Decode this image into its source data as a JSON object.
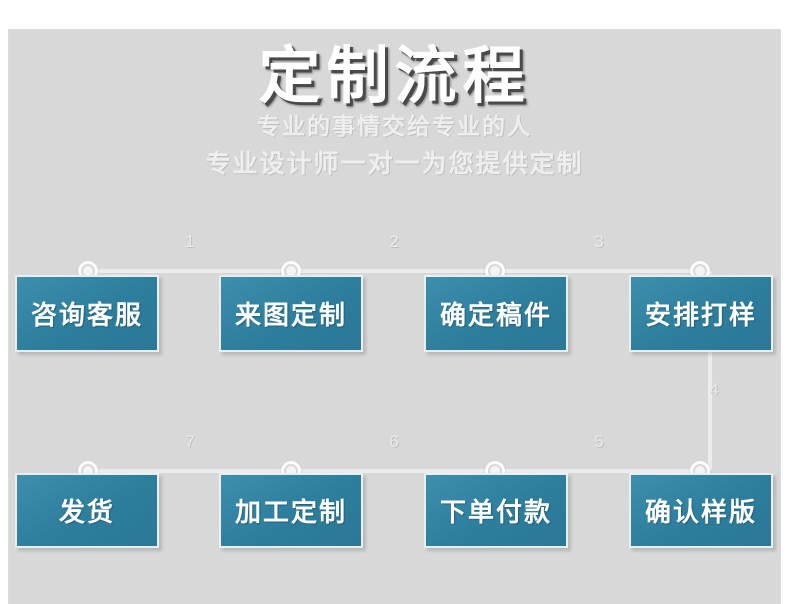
{
  "header": {
    "title": "定制流程",
    "subtitle_1": "专业的事情交给专业的人",
    "subtitle_2": "专业设计师一对一为您提供定制"
  },
  "colors": {
    "panel_background": "#d8d8d8",
    "box_fill": "#2e80a0",
    "box_border": "#e9eef0",
    "rail": "#ececec",
    "title_text": "#ffffff",
    "title_shadow": "#4a4a4a",
    "subtitle_text": "#eeeeee",
    "box_text": "#ffffff",
    "step_number_text": "#eaeaea"
  },
  "flow": {
    "row_top": {
      "steps": [
        {
          "label": "咨询客服",
          "node": "step-node-1"
        },
        {
          "label": "来图定制",
          "node": "step-node-2"
        },
        {
          "label": "确定稿件",
          "node": "step-node-3"
        },
        {
          "label": "安排打样",
          "node": "step-node-4"
        }
      ],
      "connector_numbers": [
        "1",
        "2",
        "3"
      ]
    },
    "connector_vertical_number": "4",
    "row_bottom": {
      "steps": [
        {
          "label": "发货",
          "node": "step-node-8"
        },
        {
          "label": "加工定制",
          "node": "step-node-7"
        },
        {
          "label": "下单付款",
          "node": "step-node-6"
        },
        {
          "label": "确认样版",
          "node": "step-node-5"
        }
      ],
      "connector_numbers": [
        "7",
        "6",
        "5"
      ]
    }
  }
}
